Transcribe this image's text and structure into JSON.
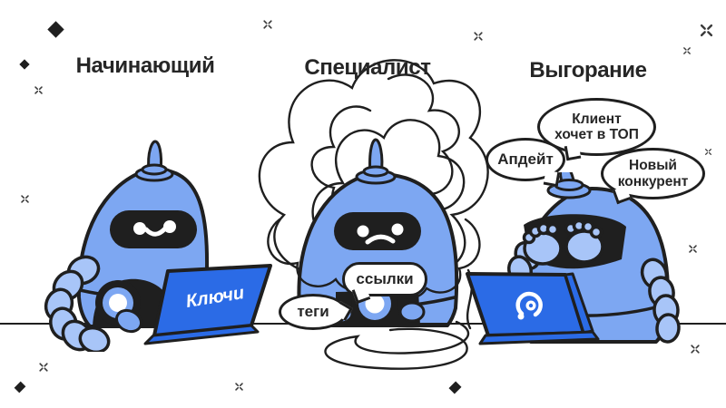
{
  "colors": {
    "ink": "#1f1f1f",
    "heading": "#262626",
    "robot_blue": "#7da7f2",
    "robot_blue_light": "#a8c5f8",
    "laptop_blue": "#2b6be6"
  },
  "sections": [
    {
      "id": "beginner",
      "label": "Начинающий",
      "laptop_label": "Ключи"
    },
    {
      "id": "specialist",
      "label": "Специалист",
      "bubbles": [
        {
          "text": "ссылки"
        },
        {
          "text": "теги"
        }
      ]
    },
    {
      "id": "burnout",
      "label": "Выгорание",
      "bubbles": [
        {
          "text": "Апдейт"
        },
        {
          "text": "Клиент\nхочет в ТОП"
        },
        {
          "text": "Новый\nконкурент"
        }
      ]
    }
  ],
  "icons": {
    "laptop_logo": "swirl-mascot-logo",
    "decorations": [
      "diamond",
      "sparkle"
    ]
  }
}
